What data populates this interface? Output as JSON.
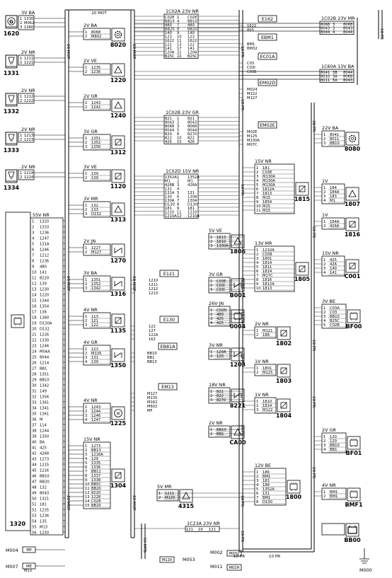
{
  "bus_labels": [
    "20 MOT",
    "20 MOT",
    "20 MOT",
    "10 PR",
    "10 PR",
    "10 PR",
    "10 PR",
    "10 PR",
    "10 PR",
    "10 PR",
    "10 PR",
    "10 PR",
    "10 PR",
    "10 PR",
    "56 MPB",
    "20 MOT",
    "20 MOT",
    "20 MOT",
    "20 MOT",
    "38 PR",
    "50 PR",
    "50 PR",
    "10 PR",
    "10 PR",
    "10 PR"
  ],
  "left_column": [
    {
      "id": "1620",
      "conn": "3V BA",
      "pins": [
        [
          "1",
          "1330"
        ],
        [
          "2",
          "M062"
        ],
        [
          "3",
          "1360"
        ]
      ],
      "icon": "G"
    },
    {
      "id": "1331",
      "conn": "2V NR",
      "pins": [
        [
          "1",
          "1211"
        ],
        [
          "2",
          "1221"
        ]
      ],
      "icon": "lamp"
    },
    {
      "id": "1332",
      "conn": "2V NR",
      "pins": [
        [
          "1",
          "1212"
        ],
        [
          "2",
          "1222"
        ]
      ],
      "icon": "lamp"
    },
    {
      "id": "1333",
      "conn": "2V NR",
      "pins": [
        [
          "1",
          "1213"
        ],
        [
          "2",
          "1223"
        ]
      ],
      "icon": "lamp"
    },
    {
      "id": "1334",
      "conn": "2V NR",
      "pins": [
        [
          "1",
          "1214"
        ],
        [
          "2",
          "1224"
        ]
      ],
      "icon": "lamp"
    }
  ],
  "ecu_1320": {
    "id": "1320",
    "conn": "55V NR",
    "pins": [
      [
        "1",
        "1320"
      ],
      [
        "2",
        "1333"
      ],
      [
        "3",
        "1236"
      ],
      [
        "4",
        "1247"
      ],
      [
        "5",
        "131A"
      ],
      [
        "6",
        "1246"
      ],
      [
        "7",
        "1212"
      ],
      [
        "8",
        "1236"
      ],
      [
        "9",
        "480"
      ],
      [
        "10",
        "141"
      ],
      [
        "11",
        "8220"
      ],
      [
        "12",
        "139"
      ],
      [
        "13",
        "1230"
      ],
      [
        "14",
        "1220"
      ],
      [
        "15",
        "1344"
      ],
      [
        "16",
        "1354"
      ],
      [
        "17",
        "138"
      ],
      [
        "18",
        "1360"
      ],
      [
        "19",
        "D130A"
      ],
      [
        "20",
        "D132"
      ],
      [
        "21",
        "1226"
      ],
      [
        "22",
        "1330"
      ],
      [
        "23",
        "1246"
      ],
      [
        "24",
        "M04A"
      ],
      [
        "25",
        "8044"
      ],
      [
        "26",
        "1214"
      ],
      [
        "27",
        "BB1"
      ],
      [
        "28",
        "1351"
      ],
      [
        "29",
        "BB10"
      ],
      [
        "30",
        "1342"
      ],
      [
        "31",
        "149"
      ],
      [
        "32",
        "1356"
      ],
      [
        "33",
        "1361"
      ],
      [
        "34",
        "1341"
      ],
      [
        "35",
        "1361"
      ],
      [
        "36",
        "M"
      ],
      [
        "37",
        "114"
      ],
      [
        "38",
        "1244"
      ],
      [
        "39",
        "1350"
      ],
      [
        "40",
        "BA"
      ],
      [
        "41",
        "425"
      ],
      [
        "42",
        "4268"
      ],
      [
        "43",
        "1273"
      ],
      [
        "44",
        "1215"
      ],
      [
        "45",
        "1216"
      ],
      [
        "46",
        "BB10"
      ],
      [
        "47",
        "BB20"
      ],
      [
        "48",
        "132"
      ],
      [
        "49",
        "8043"
      ],
      [
        "50",
        "1321"
      ],
      [
        "51",
        "181"
      ],
      [
        "52",
        "1235"
      ],
      [
        "53",
        "1236"
      ],
      [
        "54",
        "135"
      ],
      [
        "55",
        "M13"
      ],
      [
        "56",
        "1250"
      ]
    ]
  },
  "mid_column": [
    {
      "id": "8020",
      "conn": "2V BA",
      "pins": [
        [
          "1",
          "8068"
        ],
        [
          "2",
          "M802"
        ]
      ]
    },
    {
      "id": "1220",
      "conn": "2V VE",
      "pins": [
        [
          "1",
          "1235"
        ],
        [
          "2",
          "1236"
        ]
      ]
    },
    {
      "id": "1240",
      "conn": "2V GR",
      "pins": [
        [
          "1",
          "1243"
        ],
        [
          "2",
          "1242"
        ]
      ]
    },
    {
      "id": "1312",
      "conn": "3V GR",
      "pins": [
        [
          "1",
          "1351"
        ],
        [
          "2",
          "1352"
        ],
        [
          "3",
          "1356"
        ]
      ]
    },
    {
      "id": "1120",
      "conn": "3V VE",
      "pins": [
        [
          "1",
          "139"
        ],
        [
          "2",
          "139"
        ]
      ]
    },
    {
      "id": "1313",
      "conn": "3V MR",
      "pins": [
        [
          "1",
          "132"
        ],
        [
          "2",
          "133"
        ],
        [
          "3",
          "D132"
        ]
      ]
    },
    {
      "id": "1270",
      "conn": "2V JN",
      "pins": [
        [
          "1",
          "1227"
        ],
        [
          "2",
          "M127"
        ]
      ]
    },
    {
      "id": "1316",
      "conn": "3V BA",
      "pins": [
        [
          "1",
          "1351"
        ],
        [
          "2",
          "1352"
        ],
        [
          "3",
          "1342"
        ]
      ]
    },
    {
      "id": "1135",
      "conn": "4V NR",
      "pins": [
        [
          "1",
          "113"
        ],
        [
          "2",
          "121"
        ],
        [
          "3",
          "122"
        ]
      ]
    },
    {
      "id": "1350",
      "conn": "4V GR",
      "pins": [
        [
          "1",
          "123"
        ],
        [
          "2",
          "M135"
        ],
        [
          "3",
          "131"
        ],
        [
          "4",
          "139"
        ]
      ]
    },
    {
      "id": "1225",
      "conn": "4V NR",
      "pins": [
        [
          "1",
          "1243"
        ],
        [
          "2",
          "1244"
        ],
        [
          "3",
          "1246"
        ],
        [
          "4",
          "1247"
        ]
      ]
    },
    {
      "id": "1304",
      "conn": "15V NR",
      "pins": [
        [
          "1",
          "1273"
        ],
        [
          "2",
          "BB13"
        ],
        [
          "3",
          "1216A"
        ],
        [
          "4",
          "129"
        ],
        [
          "5",
          "1335"
        ],
        [
          "6",
          "1336"
        ],
        [
          "7",
          "BB11"
        ],
        [
          "8",
          "1337"
        ],
        [
          "9",
          "1338"
        ],
        [
          "10",
          "BB5C"
        ],
        [
          "11",
          "BB20"
        ],
        [
          "12",
          "8220"
        ],
        [
          "13",
          "1228"
        ],
        [
          "14",
          "C028"
        ],
        [
          "15",
          "BB20"
        ]
      ]
    }
  ],
  "headers": [
    {
      "title": "1C02A  23V NR",
      "cols": [
        [
          "C02E",
          "1",
          "C02E"
        ],
        [
          "BB10",
          "4",
          "BB10"
        ],
        [
          "480",
          "7",
          "480"
        ],
        [
          "BB20",
          "8",
          "BB20"
        ],
        [
          "140",
          "9",
          "140"
        ],
        [
          "123",
          "10",
          "123"
        ],
        [
          "1622",
          "11",
          "1622"
        ],
        [
          "122",
          "13",
          "122"
        ],
        [
          "141",
          "17",
          "141"
        ],
        [
          "120A",
          "21",
          "120A"
        ],
        [
          "B25C",
          "22",
          "B25C"
        ]
      ]
    },
    {
      "title": "1C02B  23V GR",
      "cols": [
        [
          "821",
          "1",
          "821"
        ],
        [
          "8043",
          "2",
          "8043"
        ],
        [
          "8068",
          "3",
          "8068"
        ],
        [
          "8044",
          "5",
          "8044"
        ],
        [
          "820",
          "6",
          "8270"
        ],
        [
          "822",
          "10",
          "822"
        ],
        [
          "426",
          "15",
          "426"
        ]
      ]
    },
    {
      "title": "1C02D  15V NR",
      "cols": [
        [
          "1352A",
          "1",
          "1352A"
        ],
        [
          "M1",
          "2",
          "M1"
        ],
        [
          "426B",
          "3",
          "426A"
        ],
        [
          "131",
          "4",
          ""
        ],
        [
          "131A",
          "5",
          "131"
        ],
        [
          "130",
          "6",
          "130A"
        ],
        [
          "130A",
          "7",
          "1304"
        ],
        [
          "D130",
          "8",
          "D130"
        ],
        [
          "181",
          "9",
          "181"
        ],
        [
          "1210",
          "11",
          "1210"
        ],
        [
          "1210A",
          "12",
          "1210A"
        ]
      ]
    },
    {
      "title": "1C02B  23V MR",
      "cols": [
        [
          "8068",
          "3",
          "8068"
        ],
        [
          "8043",
          "2",
          "8043"
        ],
        [
          "8044",
          "4",
          "8044"
        ]
      ]
    },
    {
      "title": "1C60A  13V BA",
      "cols": [
        [
          "8041",
          "3B",
          "8044"
        ],
        [
          "8010",
          "3A",
          "8068"
        ],
        [
          "8011",
          "5A",
          "8043"
        ]
      ]
    },
    {
      "title": "1C23A  23V NR",
      "cols": [
        [
          "121",
          "19",
          "121"
        ]
      ]
    }
  ],
  "fuse_labels": [
    "E162",
    "EBM1",
    "EC01A",
    "EM02D",
    "EM02E",
    "E121",
    "E130",
    "EB81A",
    "EM13"
  ],
  "fuse_wires": [
    [
      "1622",
      "805"
    ],
    [
      "BM1",
      "BM32"
    ],
    [
      "C03",
      "C03I",
      "C03E"
    ],
    [
      "M024",
      "M122",
      "M127"
    ],
    [
      "M02E",
      "M125",
      "M130A",
      "M07C"
    ],
    [
      "1210",
      "1211",
      "1212",
      "1213"
    ],
    [
      "122",
      "127",
      "122A",
      "162"
    ],
    [
      "BB10",
      "BB1",
      "BB13"
    ],
    [
      "M127",
      "M135",
      "M162",
      "M602",
      "MF"
    ]
  ],
  "right_components": [
    {
      "id": "1815",
      "conn": "15V NR",
      "pins": [
        [
          "1",
          "181"
        ],
        [
          "2",
          "C03E"
        ],
        [
          "3",
          "M130A"
        ],
        [
          "4",
          "M130A"
        ],
        [
          "5",
          "M130A"
        ],
        [
          "6",
          "1812A"
        ],
        [
          "7",
          "1813"
        ],
        [
          "8",
          "M15"
        ],
        [
          "9",
          "1854"
        ],
        [
          "10",
          "M15"
        ],
        [
          "11",
          "M15"
        ]
      ]
    },
    {
      "id": "1806",
      "conn": "5V VE",
      "pins": [
        [
          "1",
          "1813"
        ],
        [
          "2",
          "1810"
        ],
        [
          "3",
          "1300A"
        ]
      ]
    },
    {
      "id": "1805",
      "conn": "13V MR",
      "pins": [
        [
          "1",
          "1210A"
        ],
        [
          "2",
          "C038"
        ],
        [
          "3",
          "1801"
        ],
        [
          "4",
          "1814"
        ],
        [
          "5",
          "1811"
        ],
        [
          "6",
          "1814"
        ],
        [
          "7",
          "M17C"
        ],
        [
          "8",
          "1816"
        ],
        [
          "9",
          "1812A"
        ],
        [
          "10",
          "1813"
        ]
      ]
    },
    {
      "id": "B001",
      "conn": "3V GR",
      "pins": [
        [
          "1",
          "C03E"
        ],
        [
          "2",
          "C03I"
        ],
        [
          "3",
          "C03I"
        ]
      ]
    },
    {
      "id": "0004",
      "conn": "26V JN",
      "pins": [
        [
          "1",
          "C02N"
        ],
        [
          "2",
          "480"
        ],
        [
          "3",
          "425"
        ],
        [
          "4",
          "425"
        ]
      ]
    },
    {
      "id": "1802",
      "conn": "2V NR",
      "pins": [
        [
          "1",
          "M121"
        ],
        [
          "2",
          "188"
        ]
      ]
    },
    {
      "id": "1203",
      "conn": "3V NR",
      "pins": [
        [
          "1",
          "120A"
        ],
        [
          "2",
          "120"
        ]
      ]
    },
    {
      "id": "1803",
      "conn": "1V NR",
      "pins": [
        [
          "1",
          "1801"
        ],
        [
          "2",
          "M125"
        ]
      ]
    },
    {
      "id": "8221",
      "conn": "18V NR",
      "pins": [
        [
          "1",
          "821"
        ],
        [
          "2",
          "822"
        ],
        [
          "3",
          "8270"
        ]
      ]
    },
    {
      "id": "1804",
      "conn": "1V NR",
      "pins": [
        [
          "1",
          "1810"
        ],
        [
          "2",
          "1814"
        ],
        [
          "3",
          "M122"
        ]
      ]
    },
    {
      "id": "CA00",
      "conn": "2V NR",
      "pins": [
        [
          "1",
          "BB10"
        ],
        [
          "2",
          "BB1"
        ]
      ]
    },
    {
      "id": "4315",
      "conn": "5V MR",
      "pins": [
        [
          "1",
          "1211"
        ],
        [
          "2",
          "M120"
        ]
      ]
    },
    {
      "id": "1800",
      "conn": "12V BE",
      "pins": [
        [
          "1",
          "186"
        ],
        [
          "2",
          "BM1"
        ],
        [
          "3",
          "183"
        ],
        [
          "4",
          "188"
        ],
        [
          "5",
          "1352A"
        ],
        [
          "6",
          "131"
        ],
        [
          "7",
          "BM1"
        ],
        [
          "8",
          "D130"
        ]
      ]
    }
  ],
  "far_right": [
    {
      "id": "8080",
      "conn": "22V BA",
      "pins": [
        [
          "1",
          "8041"
        ],
        [
          "2",
          "8011"
        ],
        [
          "3",
          "BB10"
        ]
      ]
    },
    {
      "id": "1807",
      "conn": "1V",
      "pins": [
        [
          "1",
          "184"
        ],
        [
          "2",
          "184A"
        ],
        [
          "3",
          "183"
        ],
        [
          "4",
          "M1"
        ]
      ]
    },
    {
      "id": "1816",
      "conn": "1V",
      "pins": [
        [
          "1",
          "184A"
        ],
        [
          "2",
          "426A"
        ]
      ]
    },
    {
      "id": "C001",
      "conn": "15V NR",
      "pins": [
        [
          "1",
          "425"
        ],
        [
          "2",
          "426"
        ],
        [
          "3",
          "140"
        ],
        [
          "4",
          "141"
        ]
      ]
    },
    {
      "id": "BF00",
      "conn": "3V BE",
      "pins": [
        [
          "1",
          "C03A"
        ],
        [
          "2",
          "C03"
        ],
        [
          "3",
          "BB10"
        ],
        [
          "4",
          "B25C"
        ],
        [
          "5",
          "C02B"
        ]
      ]
    },
    {
      "id": "BF01",
      "conn": "2V GR",
      "pins": [
        [
          "1",
          "120"
        ],
        [
          "2",
          "120"
        ],
        [
          "3",
          "BB10"
        ],
        [
          "4",
          "BB1"
        ]
      ]
    },
    {
      "id": "BMF1",
      "conn": "4V NR",
      "pins": [
        [
          "1",
          "BM1"
        ],
        [
          "2",
          "BM1"
        ]
      ]
    },
    {
      "id": "BB00",
      "conn": "",
      "pins": []
    }
  ],
  "bottom": {
    "m004": "M004",
    "m004_wire": "MP",
    "m007": "M007",
    "m007_wire1": "ME",
    "m007_wire2": "M13",
    "m002": "M002",
    "m002_wire": "M002",
    "m053": "M053",
    "m053_wire": "M120",
    "m011": "M011",
    "m011_wire": "M02H",
    "m000": "M000"
  }
}
